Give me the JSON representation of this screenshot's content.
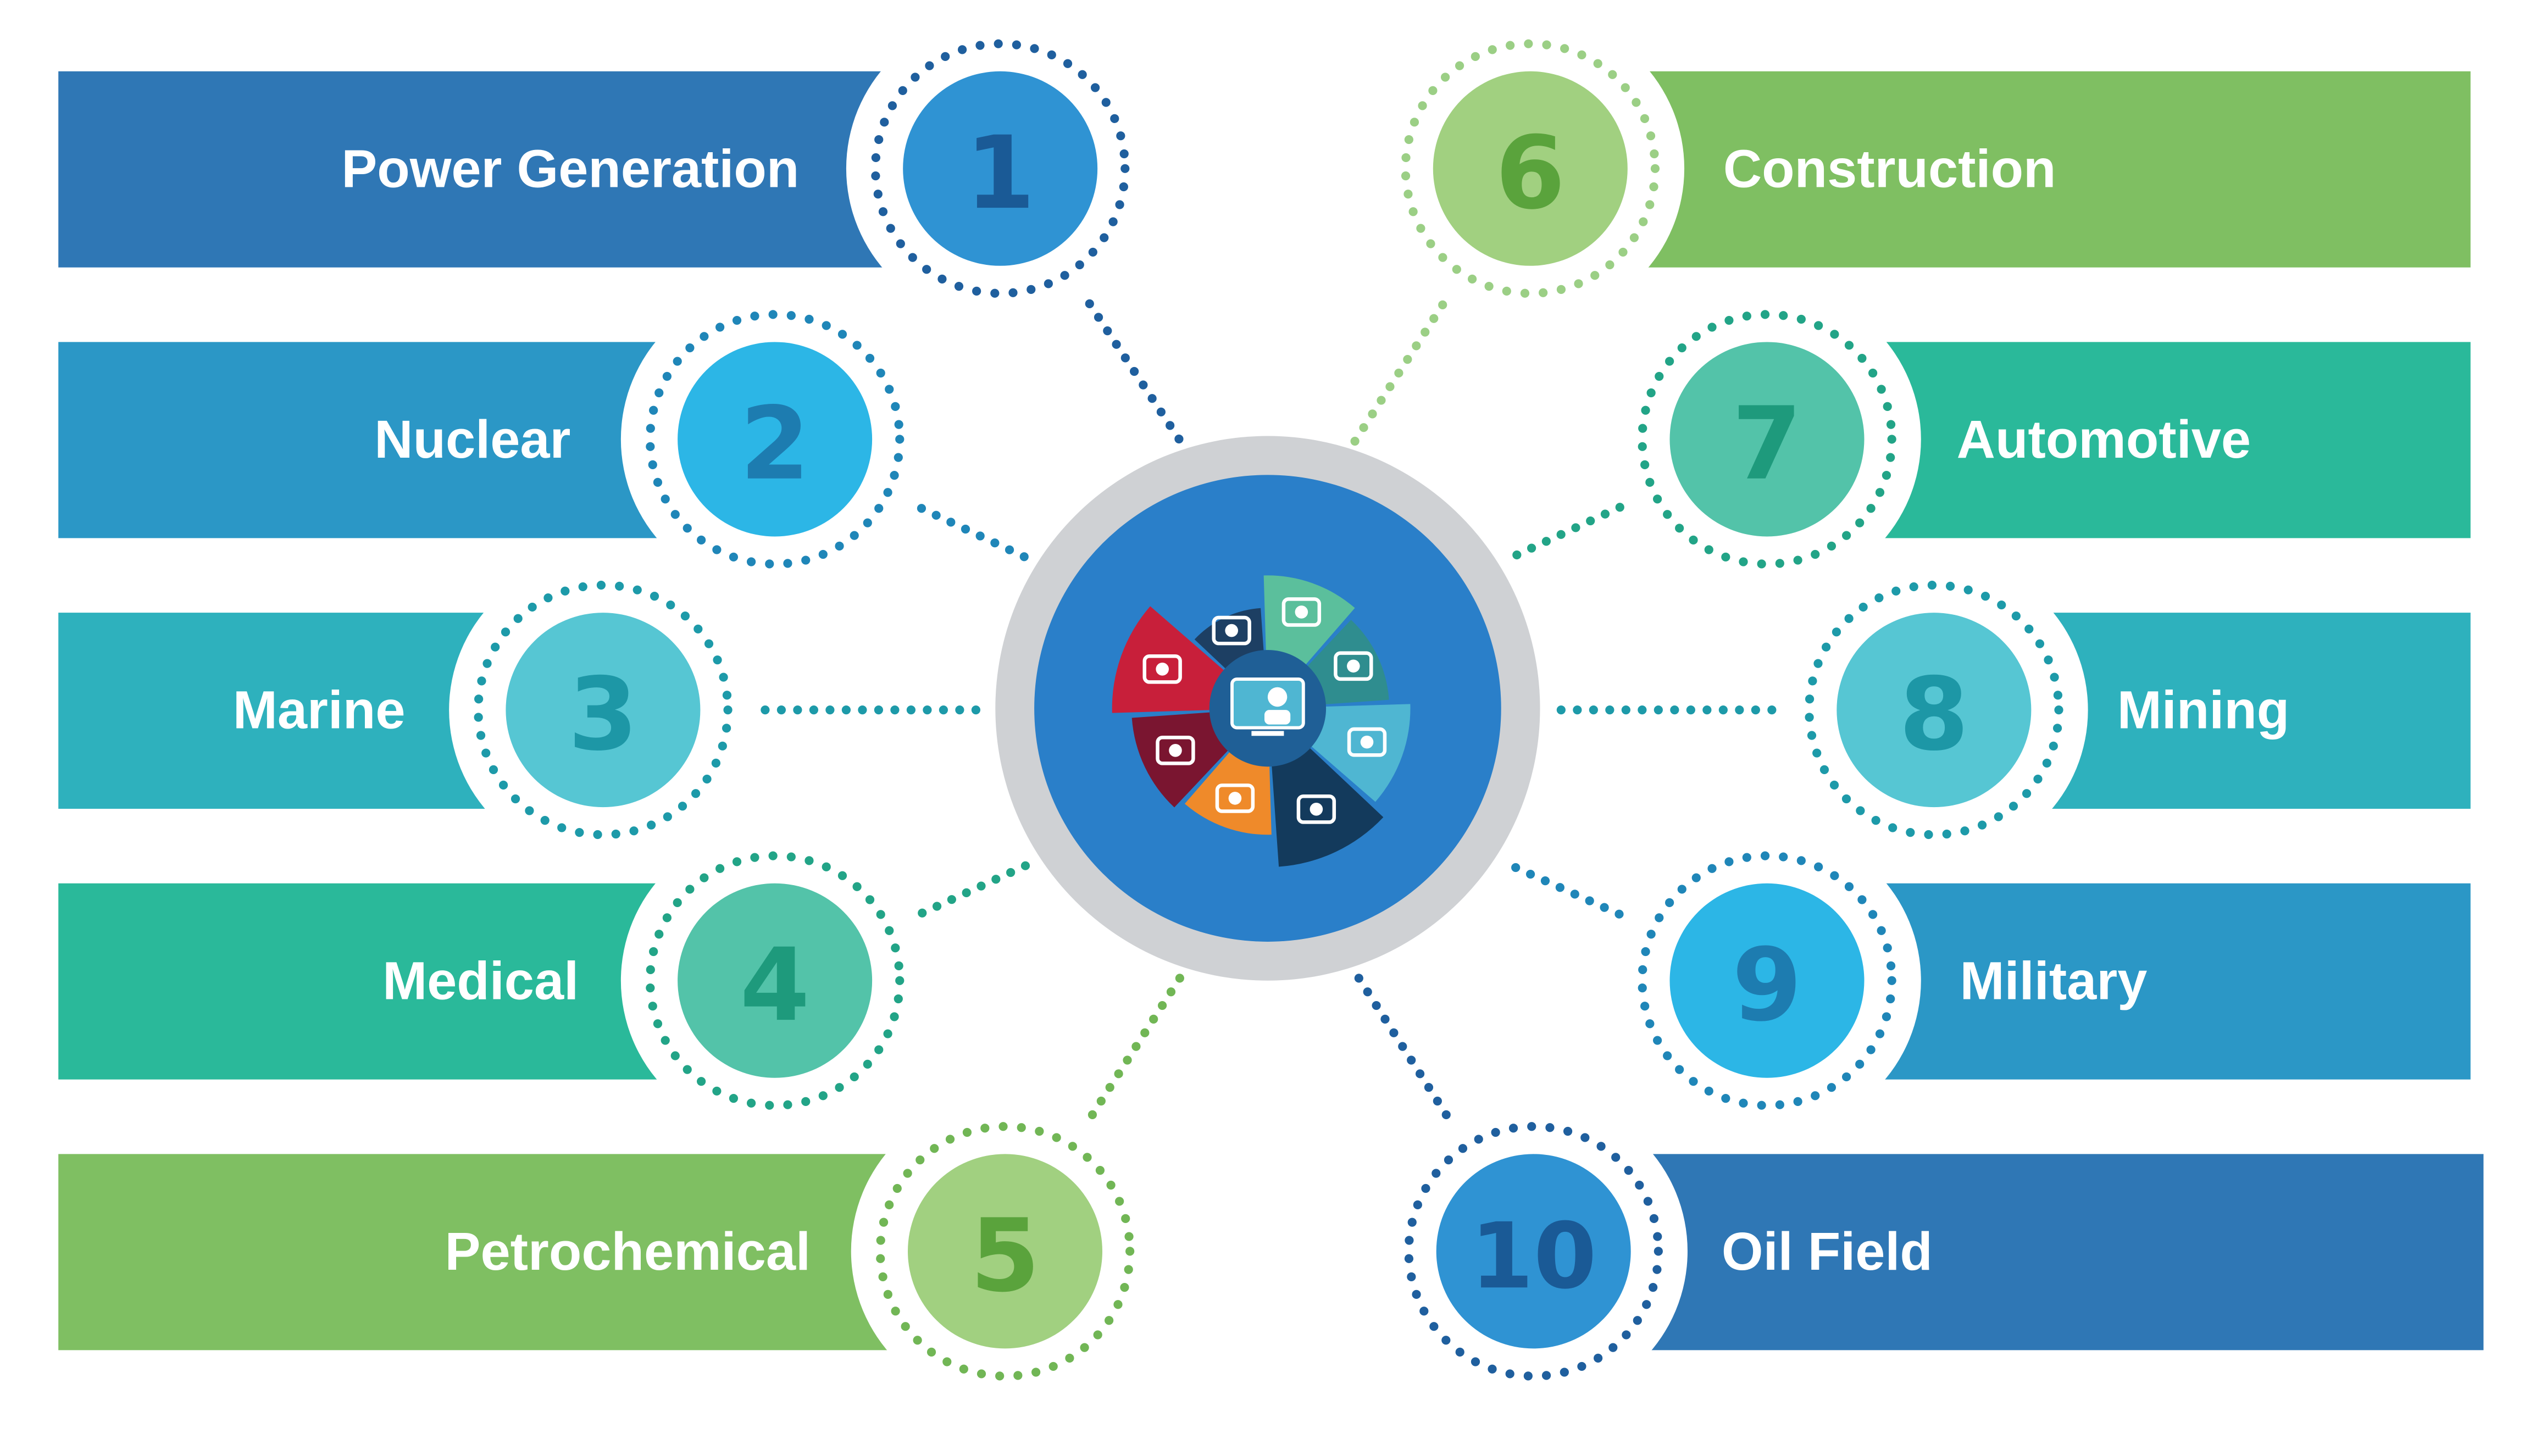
{
  "industries": [
    {
      "num": "1",
      "label": "Power Generation",
      "color": "#2f77b5",
      "circle": "#2f93d3",
      "numColor": "#1a5a96",
      "dots": "#1f5f9e"
    },
    {
      "num": "2",
      "label": "Nuclear",
      "color": "#2b97c6",
      "circle": "#2cb6e6",
      "numColor": "#1d7cb0",
      "dots": "#1f86b8"
    },
    {
      "num": "3",
      "label": "Marine",
      "color": "#2eb1bd",
      "circle": "#56c6d3",
      "numColor": "#1d97a6",
      "dots": "#1d9aa9"
    },
    {
      "num": "4",
      "label": "Medical",
      "color": "#2ab99a",
      "circle": "#53c3a9",
      "numColor": "#1e9a7c",
      "dots": "#22a487"
    },
    {
      "num": "5",
      "label": "Petrochemical",
      "color": "#7fbf62",
      "circle": "#a1d080",
      "numColor": "#5aa33c",
      "dots": "#71b655"
    },
    {
      "num": "6",
      "label": "Construction",
      "color": "#7fbf62",
      "circle": "#a1d080",
      "numColor": "#5aa33c",
      "dots": "#9bcf85"
    },
    {
      "num": "7",
      "label": "Automotive",
      "color": "#2ab99a",
      "circle": "#53c3a9",
      "numColor": "#1e9a7c",
      "dots": "#22a487"
    },
    {
      "num": "8",
      "label": "Mining",
      "color": "#2eb1bd",
      "circle": "#56c6d3",
      "numColor": "#1d97a6",
      "dots": "#1d9aa9"
    },
    {
      "num": "9",
      "label": "Military",
      "color": "#2b97c6",
      "circle": "#2cb6e6",
      "numColor": "#1d7cb0",
      "dots": "#1f86b8"
    },
    {
      "num": "10",
      "label": "Oil Field",
      "color": "#2f77b5",
      "circle": "#2f93d3",
      "numColor": "#1a5a96",
      "dots": "#1f5f9e"
    }
  ],
  "hub": {
    "ring_color": "#cfd1d4",
    "inner_color": "#2a7fc9",
    "center_icon": "engineer-monitor-icon",
    "segments": [
      {
        "icon": "factory-icon",
        "color": "#5bbf9c"
      },
      {
        "icon": "cloud-lock-icon",
        "color": "#2f8d8f"
      },
      {
        "icon": "worker-icon",
        "color": "#4fb6d2"
      },
      {
        "icon": "graduation-cap-icon",
        "color": "#133a5c"
      },
      {
        "icon": "shovel-worker-icon",
        "color": "#ef8a2a"
      },
      {
        "icon": "crane-gear-icon",
        "color": "#7a1530"
      },
      {
        "icon": "monitor-shield-icon",
        "color": "#c81f3a"
      },
      {
        "icon": "gear-icon",
        "color": "#1d3f63"
      }
    ]
  }
}
